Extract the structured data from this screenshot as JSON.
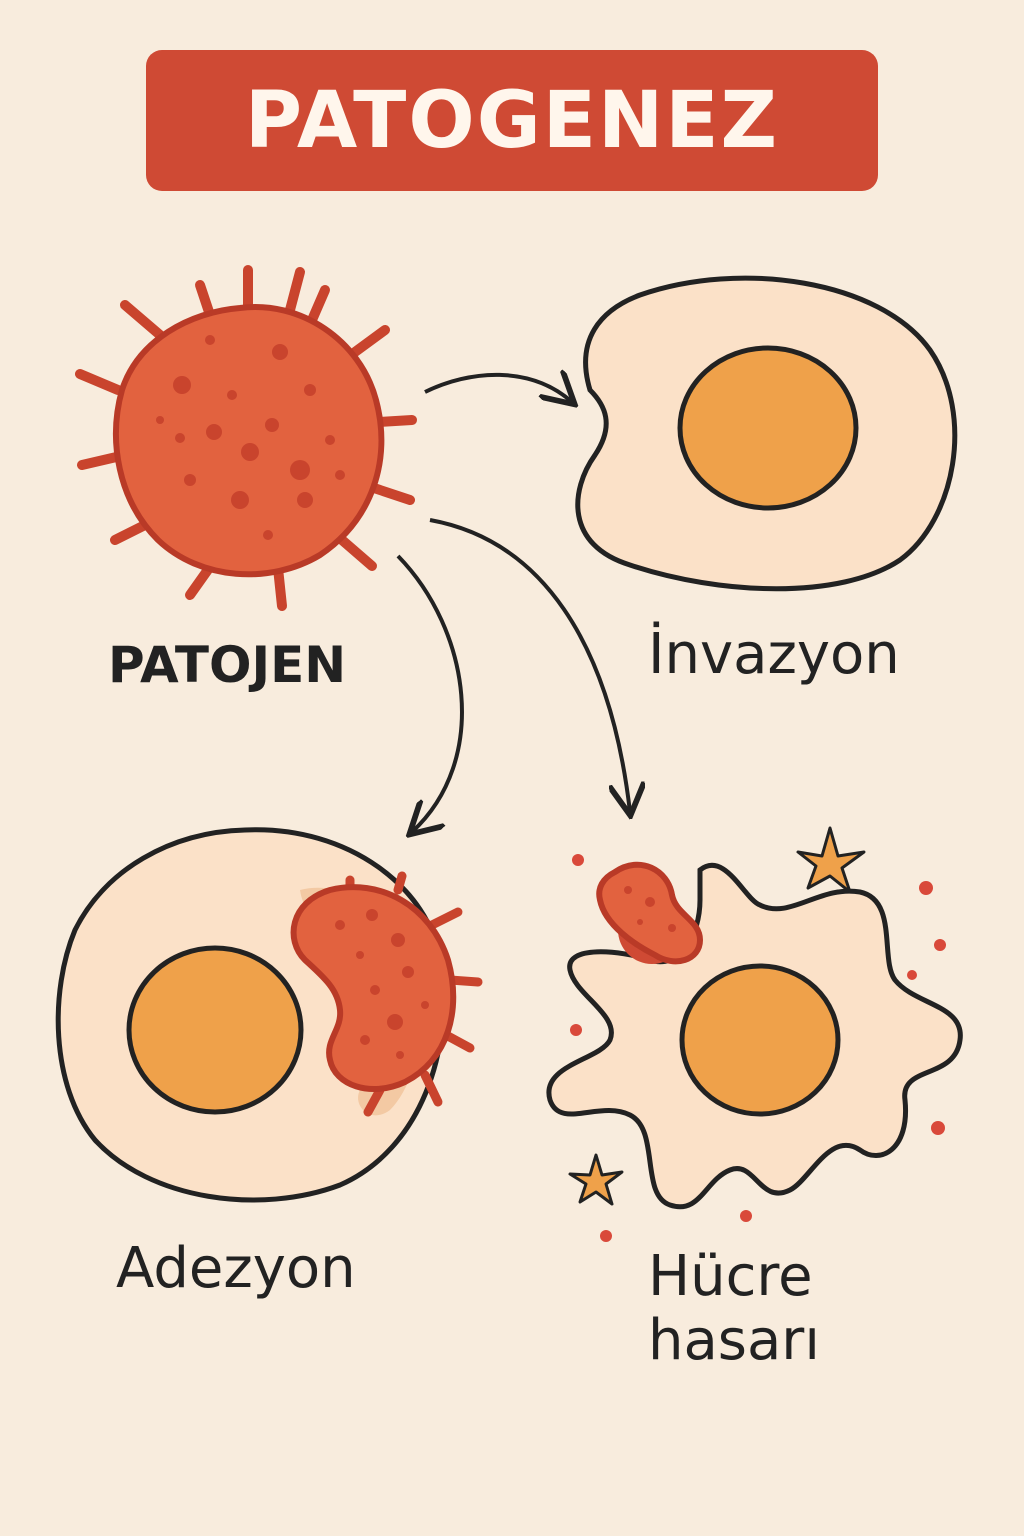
{
  "title": "PATOGENEZ",
  "nodes": {
    "pathogen": {
      "label": "PATOJEN"
    },
    "invasion": {
      "label": "İnvazyon"
    },
    "adhesion": {
      "label": "Adezyon"
    },
    "cell_damage": {
      "label": "Hücre\nhasarı"
    }
  },
  "colors": {
    "background": "#f8ecdd",
    "banner": "#cf4a34",
    "pathogen_fill": "#e2623f",
    "pathogen_stroke": "#b93a27",
    "cell_fill": "#fbe1c8",
    "nucleus_fill": "#efa14a",
    "outline": "#222222"
  }
}
